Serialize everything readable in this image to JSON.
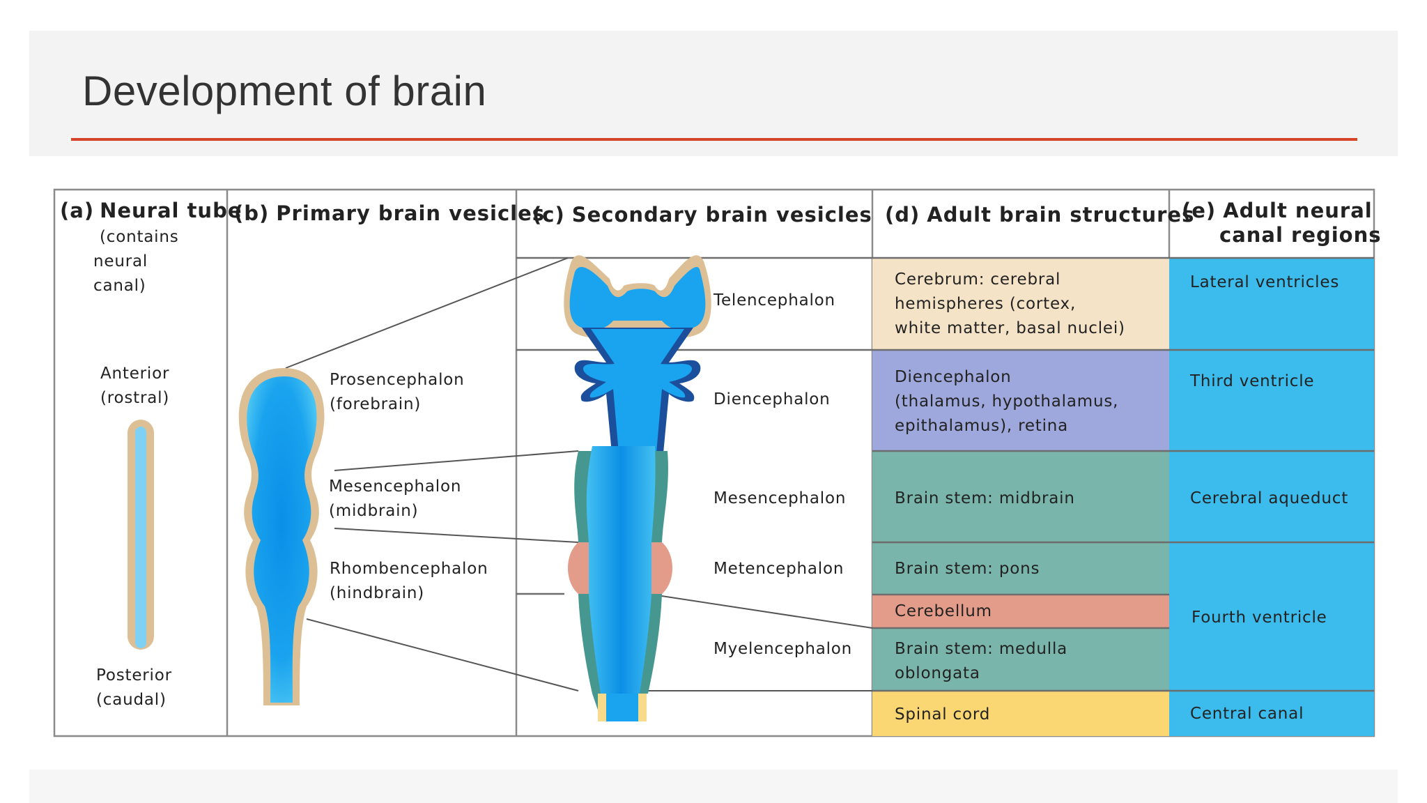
{
  "slide": {
    "title": "Development of brain"
  },
  "columns": {
    "a": {
      "letter": "(a)",
      "title": "Neural tube",
      "note_lines": [
        "(contains",
        "neural",
        "canal)"
      ]
    },
    "b": {
      "letter": "(b)",
      "title": "Primary brain vesicles"
    },
    "c": {
      "letter": "(c)",
      "title": "Secondary brain vesicles"
    },
    "d": {
      "letter": "(d)",
      "title": "Adult brain structures"
    },
    "e": {
      "letter": "(e)",
      "title_lines": [
        "Adult neural",
        "canal regions"
      ]
    }
  },
  "neural_tube": {
    "anterior_lines": [
      "Anterior",
      "(rostral)"
    ],
    "posterior_lines": [
      "Posterior",
      "(caudal)"
    ]
  },
  "primary_vesicles": [
    {
      "lines": [
        "Prosencephalon",
        "(forebrain)"
      ]
    },
    {
      "lines": [
        "Mesencephalon",
        "(midbrain)"
      ]
    },
    {
      "lines": [
        "Rhombencephalon",
        "(hindbrain)"
      ]
    }
  ],
  "secondary_vesicles": [
    "Telencephalon",
    "Diencephalon",
    "Mesencephalon",
    "Metencephalon",
    "Myelencephalon"
  ],
  "adult_structures": [
    {
      "lines": [
        "Cerebrum: cerebral",
        "hemispheres (cortex,",
        "white matter, basal nuclei)"
      ],
      "color": "#f5e3c7"
    },
    {
      "lines": [
        "Diencephalon",
        "(thalamus, hypothalamus,",
        "epithalamus), retina"
      ],
      "color": "#9ea8dc"
    },
    {
      "lines": [
        "Brain stem: midbrain"
      ],
      "color": "#79b5aa"
    },
    {
      "lines": [
        "Brain stem: pons"
      ],
      "color": "#79b5aa"
    },
    {
      "lines": [
        "Cerebellum"
      ],
      "color": "#e49c8a"
    },
    {
      "lines": [
        "Brain stem: medulla",
        "oblongata"
      ],
      "color": "#79b5aa"
    },
    {
      "lines": [
        "Spinal cord"
      ],
      "color": "#fbd774"
    }
  ],
  "canal_regions": [
    "Lateral ventricles",
    "Third ventricle",
    "Cerebral aqueduct",
    "Fourth ventricle",
    "Central canal"
  ],
  "colors": {
    "canal_blue": "#3cbcec",
    "tube_wall": "#ddbf95",
    "mesenceph_wall": "#46978f",
    "metenceph_wall": "#e49c8a",
    "dienceph_outline": "#1b4f9c",
    "spinal_wall": "#f8db8a",
    "title_rule": "#d6452a"
  }
}
